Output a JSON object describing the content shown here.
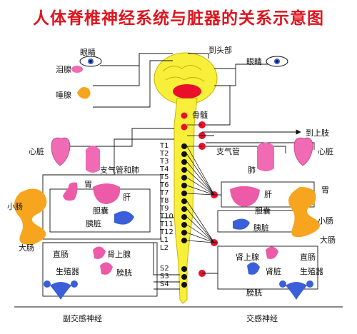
{
  "title": "人体脊椎神经系统与脏器的关系示意图",
  "colors": {
    "title": "#e0141e",
    "brain": "#f7ef3a",
    "spinal_red": "#e8102a",
    "ganglion": "#111111",
    "organ_pink": "#f06ab4",
    "gland_orange": "#f7a51f",
    "kidney_blue": "#3a5fd9",
    "stomach_pink": "#ec5aa8",
    "intestine": "#f7a51f"
  },
  "center": {
    "to_head": "到头部",
    "spinal_cord": "骨髓",
    "to_upper_limb": "到上肢",
    "segments": [
      "T1",
      "T2",
      "T3",
      "T4",
      "T5",
      "T6",
      "T7",
      "T8",
      "T9",
      "T10",
      "T11",
      "T12",
      "L1",
      "L2"
    ],
    "sacral": [
      "S2",
      "S3",
      "S4"
    ]
  },
  "left": {
    "eye": "眼睛",
    "lacrimal": "泪腺",
    "saliva": "唾腺",
    "heart": "心脏",
    "bronchi_lung": "支气管和肺",
    "stomach": "胃",
    "liver": "肝",
    "gallbladder": "胆囊",
    "small_intestine": "小肠",
    "pancreas": "胰脏",
    "large_intestine": "大肠",
    "rectum": "直肠",
    "adrenal": "肾上腺",
    "reproductive": "生殖器",
    "bladder": "膀胱",
    "footer": "副交感神经"
  },
  "right": {
    "eye": "眼睛",
    "bronchi": "支气管",
    "heart": "心脏",
    "lung": "肺",
    "liver": "肝",
    "stomach": "胃",
    "gallbladder": "胆囊",
    "small_intestine": "小肠",
    "pancreas": "胰脏",
    "large_intestine": "大肠",
    "adrenal": "肾上腺",
    "rectum": "直肠",
    "kidney": "肾脏",
    "reproductive": "生殖器",
    "bladder": "膀胱",
    "footer": "交感神经"
  }
}
